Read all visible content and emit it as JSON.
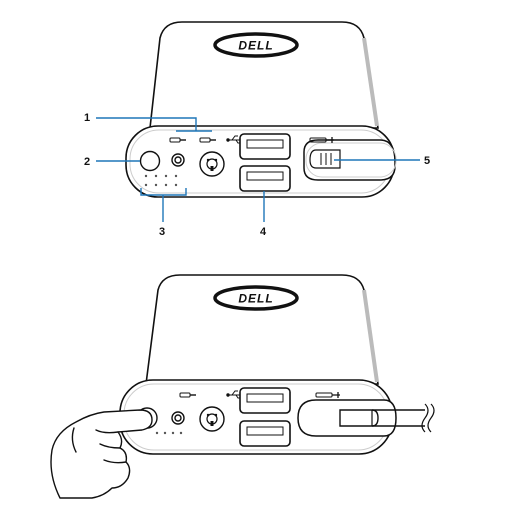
{
  "brand": {
    "logo_text": "DELL"
  },
  "callouts": {
    "c1": "1",
    "c2": "2",
    "c3": "3",
    "c4": "4",
    "c5": "5"
  },
  "colors": {
    "outline": "#111111",
    "callout_line": "#1f76b8",
    "panel_fill": "#ffffff",
    "shadow": "#d9d9d9"
  },
  "icons": [
    "power-button-icon",
    "dc-in-port-icon",
    "round-connector-icon",
    "usb-symbol-icon",
    "battery-led-icon",
    "usb-port-icon",
    "laptop-cable-icon",
    "hand-icon",
    "dell-logo-icon"
  ]
}
